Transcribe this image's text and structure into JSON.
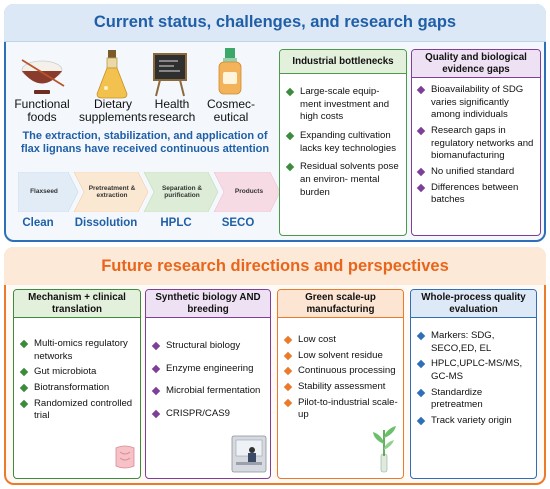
{
  "top": {
    "title": "Current status, challenges, and research gaps",
    "categories": [
      {
        "label": "Functional\nfoods",
        "icon": "rice-bowl-icon"
      },
      {
        "label": "Dietary\nsupplements",
        "icon": "oil-flask-icon"
      },
      {
        "label": "Health\nresearch",
        "icon": "blackboard-icon"
      },
      {
        "label": "Cosmec-\neutical",
        "icon": "cosmetic-bottle-icon"
      }
    ],
    "statement": "The extraction, stabilization, and application of flax lignans have received continuous attention",
    "process_steps": [
      {
        "step": "Flaxseed",
        "label": "Clean"
      },
      {
        "step": "Pretreatment & extraction",
        "label": "Dissolution"
      },
      {
        "step": "Separation & purification",
        "label": "HPLC"
      },
      {
        "step": "Products",
        "label": "SECO"
      }
    ],
    "industrial": {
      "title": "Industrial bottlenecks",
      "items": [
        "Large-scale equip- ment investment and high costs",
        "Expanding cultivation lacks key technologies",
        "Residual solvents pose an environ- mental burden"
      ]
    },
    "quality": {
      "title": "Quality and biological evidence gaps",
      "items": [
        "Bioavailability of SDG varies significantly among individuals",
        "Research gaps in regulatory networks and biomanufacturing",
        "No unified standard",
        "Differences between batches"
      ]
    }
  },
  "bottom": {
    "title": "Future research directions and perspectives",
    "boxes": [
      {
        "title": "Mechanism + clinical translation",
        "items": [
          "Multi-omics regulatory networks",
          "Gut microbiota",
          "Biotransformation",
          "Randomized controlled trial"
        ],
        "color": "#3d8b3d",
        "fill": "#e3f0dc"
      },
      {
        "title": "Synthetic biology AND breeding",
        "items": [
          "Structural biology",
          "Enzyme engineering",
          "Microbial fermentation",
          "CRISPR/CAS9"
        ],
        "color": "#7e3f98",
        "fill": "#eee1f3"
      },
      {
        "title": "Green scale-up manufacturing",
        "items": [
          "Low cost",
          "Low solvent residue",
          "Continuous processing",
          "Stability assessment",
          "Pilot-to-industrial scale-up"
        ],
        "color": "#ec7a2b",
        "fill": "#fde5d3"
      },
      {
        "title": "Whole-process quality evaluation",
        "items": [
          "Markers: SDG, SECO,ED, EL",
          "HPLC,UPLC-MS/MS, GC-MS",
          "Standardize pretreatmen",
          "Track variety origin"
        ],
        "color": "#2e6fb7",
        "fill": "#dde9f6"
      }
    ]
  }
}
